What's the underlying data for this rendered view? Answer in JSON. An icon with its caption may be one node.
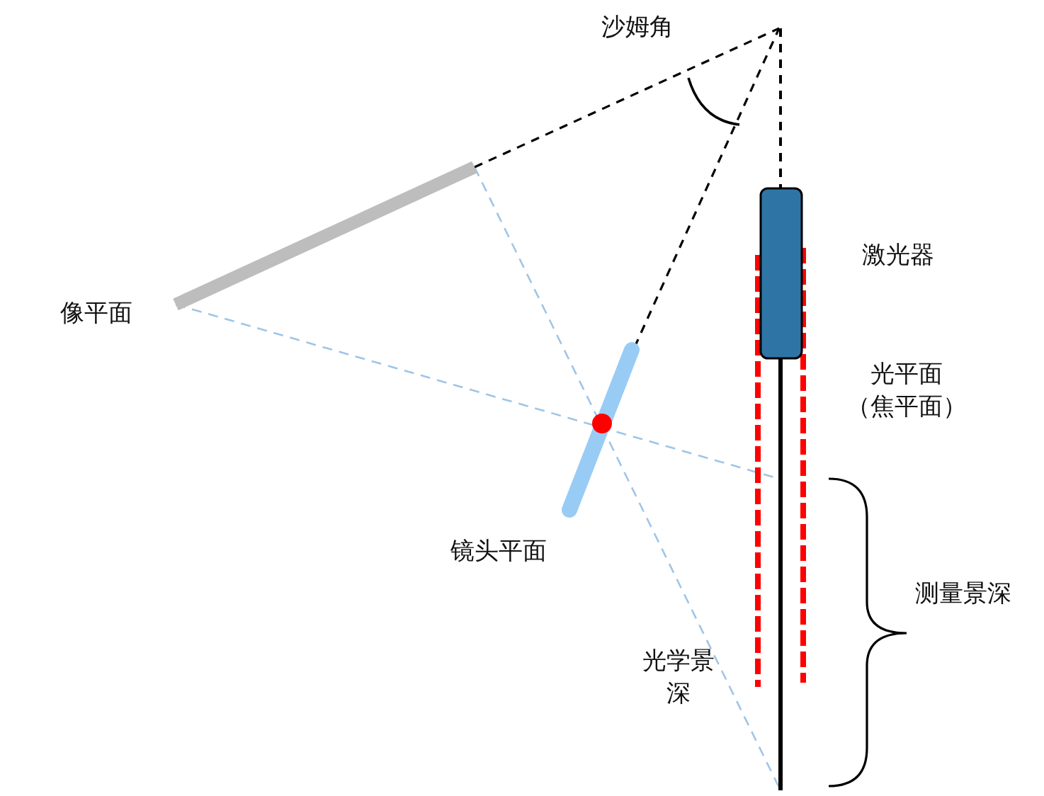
{
  "diagram": {
    "labels": [
      "沙姆角",
      "激光器",
      "像平面",
      "光平面",
      "（焦平面）",
      "镜头平面",
      "测量景深",
      "光学景深"
    ]
  }
}
